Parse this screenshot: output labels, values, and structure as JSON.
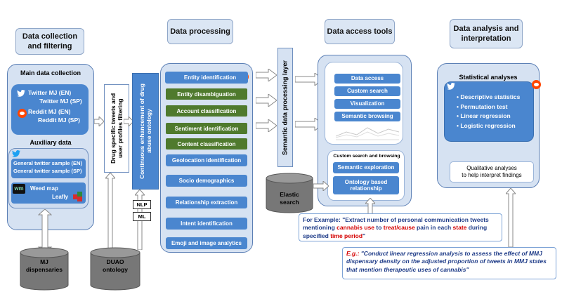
{
  "columns": {
    "collection": {
      "title": "Data collection\nand filtering"
    },
    "processing": {
      "title": "Data processing"
    },
    "access": {
      "title": "Data access tools"
    },
    "analysis": {
      "title": "Data analysis and\ninterpretation"
    }
  },
  "collection": {
    "main_title": "Main data collection",
    "main_items": [
      "Twitter MJ (EN)",
      "Twitter MJ  (SP)",
      "Reddit MJ  (EN)",
      "Reddit MJ  (SP)"
    ],
    "aux_title": "Auxiliary data",
    "aux_items": [
      "General twitter sample (EN)",
      "General twitter sample (SP)"
    ],
    "weedmap": "Weed map",
    "leafly": "Leafly",
    "wm_logo": "wm",
    "db_label": "MJ\ndispensaries"
  },
  "filtering": {
    "vertical_label": "Drug specific tweets and\nuser profiles filtering",
    "ontology_label": "Continuous enhancement of drug\nabuse ontology",
    "db_label": "DUAO\nontology"
  },
  "processing": {
    "items": [
      {
        "label": "Entity identification",
        "color": "#4a86cf"
      },
      {
        "label": "Entity disambiguation",
        "color": "#4f7a2d"
      },
      {
        "label": "Account classification",
        "color": "#4f7a2d"
      },
      {
        "label": "Sentiment identification",
        "color": "#4f7a2d"
      },
      {
        "label": "Content  classification",
        "color": "#4f7a2d"
      },
      {
        "label": "Geolocation identification",
        "color": "#4a86cf"
      },
      {
        "label": "Socio demographics",
        "color": "#4a86cf"
      },
      {
        "label": "Relationship extraction",
        "color": "#4a86cf"
      },
      {
        "label": "Intent identification",
        "color": "#4a86cf"
      },
      {
        "label": "Emoji and image analytics",
        "color": "#4a86cf"
      }
    ],
    "nlp": "NLP",
    "ml": "ML"
  },
  "semantic_layer": "Semantic data processing layer",
  "access": {
    "items": [
      "Data access",
      "Custom search",
      "Visualization",
      "Semantic browsing"
    ],
    "custom_title": "Custom search and browsing",
    "custom_items": [
      "Semantic exploration",
      "Ontology based\nrelationship"
    ],
    "elastic": "Elastic\nsearch"
  },
  "analysis": {
    "stat_title": "Statistical analyses",
    "stat_items": [
      "Descriptive statistics",
      "Permutation test",
      "Linear regression",
      "Logistic regression"
    ],
    "qual": "Qualitative analyses\nto help  interpret findings"
  },
  "examples": {
    "ex1": {
      "prefix": "For Example: \"Extract number of personal communication tweets mentioning ",
      "r1": "cannabis use",
      "m1": " to ",
      "r2": "treat/cause",
      "m2": " pain in each ",
      "r3": "state",
      "m3": " during specified ",
      "r4": "time period",
      "suffix": "\""
    },
    "ex2": {
      "lead": "E.g.: ",
      "text": "\"Conduct  linear regression analysis to assess the effect of MMJ dispensary density on the adjusted proportion of tweets in MMJ states that mention therapeutic uses of cannabis\""
    }
  },
  "colors": {
    "pill_blue": "#4a86cf",
    "pill_green": "#4f7a2d",
    "panel_bg": "#d6e2f2",
    "accent_red": "#d40000"
  }
}
